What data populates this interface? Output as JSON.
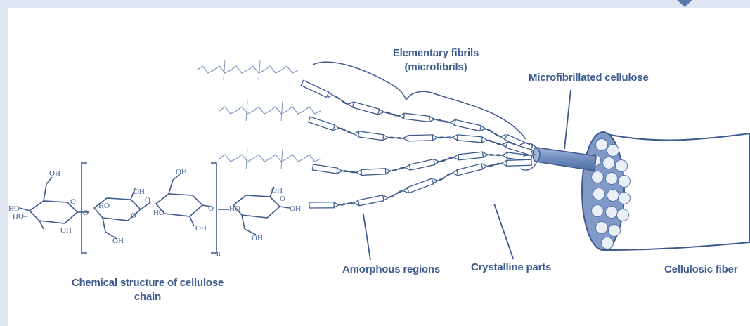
{
  "labels": {
    "elementary_fibrils_line1": "Elementary fibrils",
    "elementary_fibrils_line2": "(microfibrils)",
    "microfibrillated_cellulose": "Microfibrillated cellulose",
    "amorphous_regions": "Amorphous regions",
    "crystalline_parts": "Crystalline parts",
    "cellulosic_fiber": "Cellulosic fiber",
    "chemical_structure_line1": "Chemical structure of cellulose",
    "chemical_structure_line2": "chain"
  },
  "chemistry": {
    "oh": "OH",
    "ho": "HO",
    "ho_dash": "HO–",
    "o": "O",
    "repeat_index": "n"
  },
  "colors": {
    "ink": "#3d5b8f",
    "fiber_fill": "#7a93c2",
    "rod_fill": "#6f8bbd",
    "frame": "#dfe6f2"
  }
}
